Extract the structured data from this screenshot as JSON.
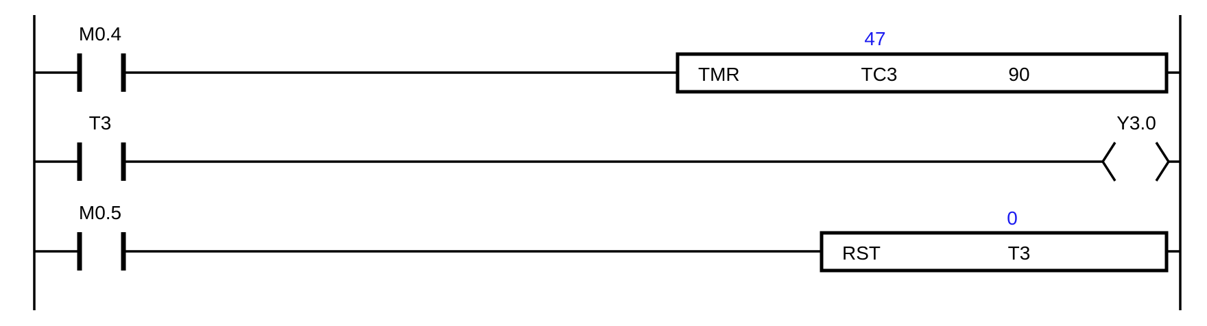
{
  "colors": {
    "line": "#000000",
    "monitor_value": "#1a1af0",
    "background": "#ffffff"
  },
  "rungs": [
    {
      "contact": {
        "type": "normally-open",
        "label": "M0.4"
      },
      "output": {
        "type": "function-box",
        "instruction": "TMR",
        "operands": [
          "TC3",
          "90"
        ],
        "monitor_value": "47"
      }
    },
    {
      "contact": {
        "type": "normally-open",
        "label": "T3"
      },
      "output": {
        "type": "coil",
        "label": "Y3.0"
      }
    },
    {
      "contact": {
        "type": "normally-open",
        "label": "M0.5"
      },
      "output": {
        "type": "function-box",
        "instruction": "RST",
        "operands": [
          "T3"
        ],
        "monitor_value": "0"
      }
    }
  ]
}
